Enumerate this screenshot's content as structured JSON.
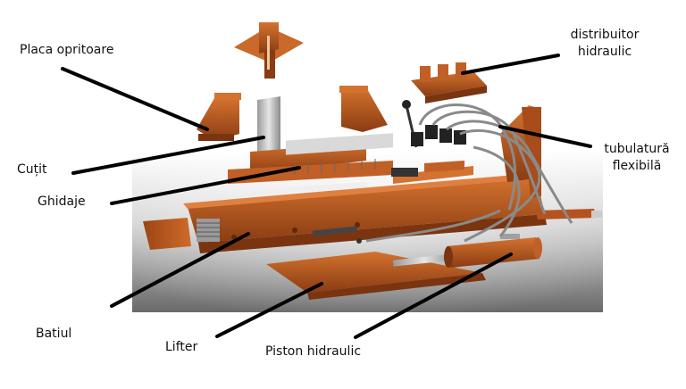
{
  "labels": {
    "placa_opritoare": "Placa opritoare",
    "cutit": "Cuțit",
    "ghidaje": "Ghidaje",
    "batiul": "Batiul",
    "lifter": "Lifter",
    "piston_hidraulic": "Piston hidraulic",
    "distribuitor_line1": "distribuitor",
    "distribuitor_line2": "hidraulic",
    "tubulatura_line1": "tubulatură",
    "tubulatura_line2": "flexibilă"
  },
  "colors": {
    "metal_orange": "#b5531f",
    "metal_dark": "#7a3510",
    "metal_light": "#d4722f",
    "leader_line": "#000000",
    "backdrop": "#888888"
  }
}
